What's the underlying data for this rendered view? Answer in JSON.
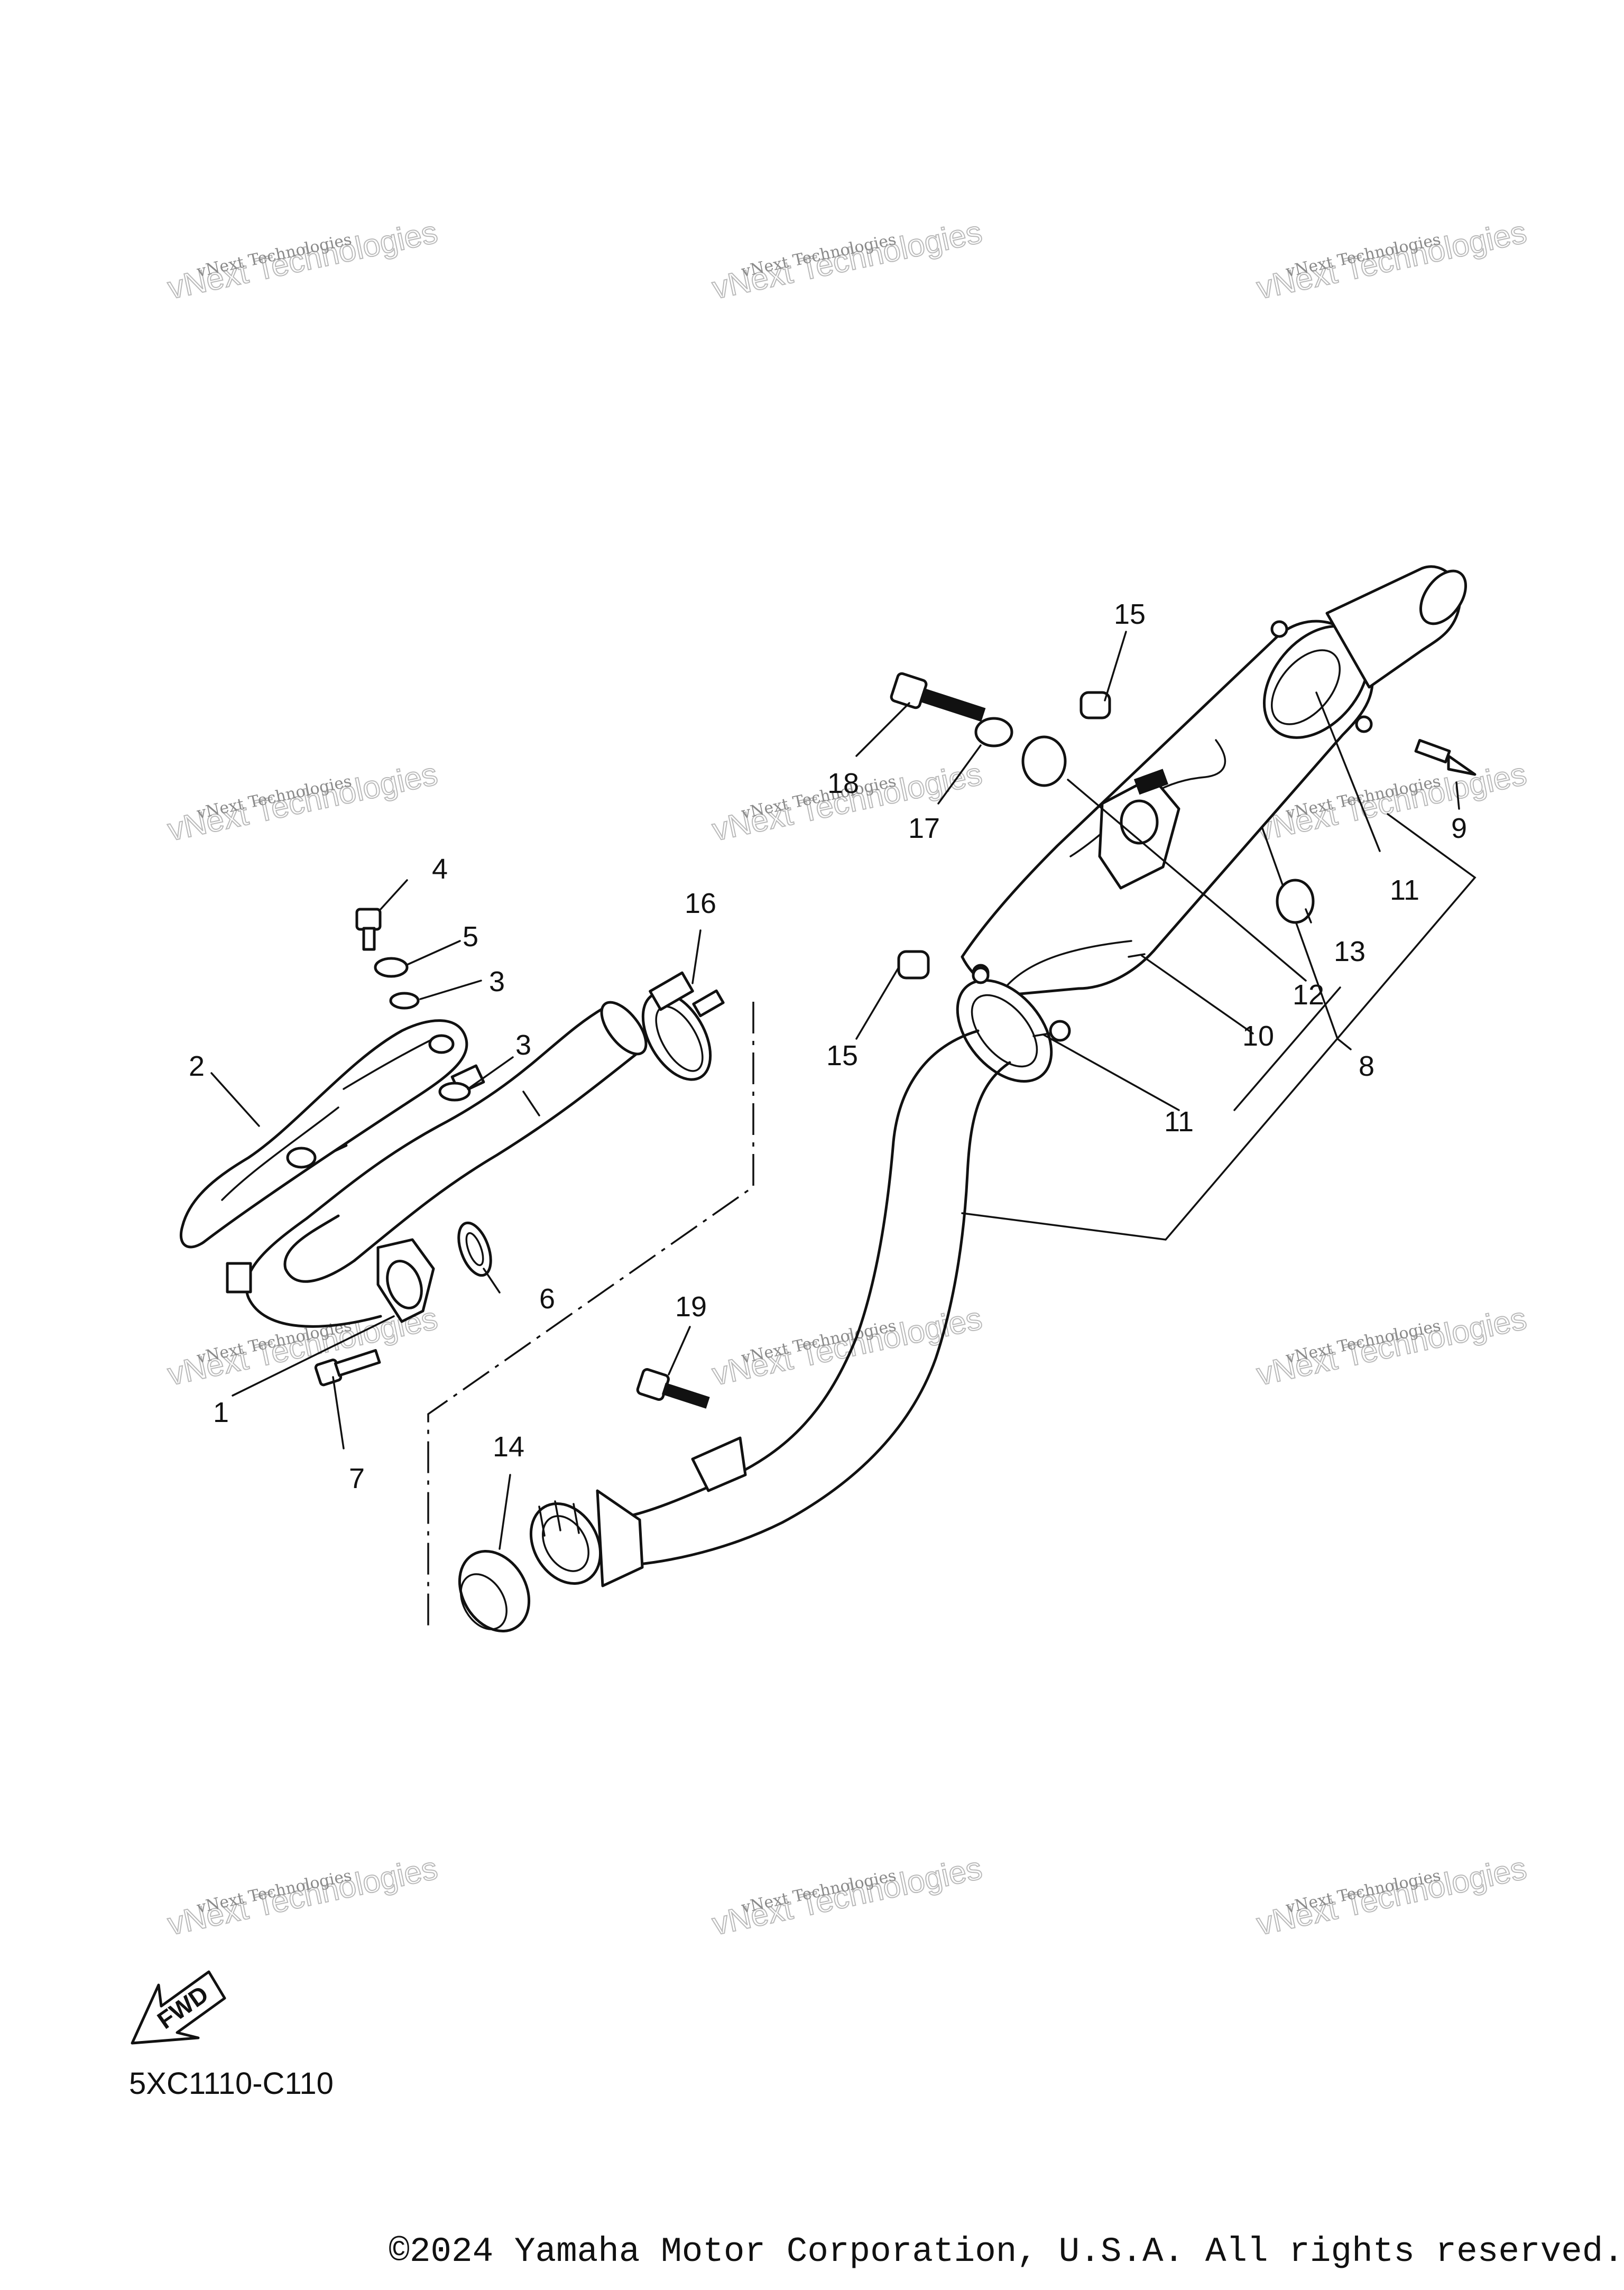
{
  "diagram": {
    "callouts": [
      {
        "id": "c1",
        "label": "1"
      },
      {
        "id": "c2",
        "label": "2"
      },
      {
        "id": "c3a",
        "label": "3"
      },
      {
        "id": "c3b",
        "label": "3"
      },
      {
        "id": "c4",
        "label": "4"
      },
      {
        "id": "c5",
        "label": "5"
      },
      {
        "id": "c6",
        "label": "6"
      },
      {
        "id": "c7",
        "label": "7"
      },
      {
        "id": "c8",
        "label": "8"
      },
      {
        "id": "c9",
        "label": "9"
      },
      {
        "id": "c10",
        "label": "10"
      },
      {
        "id": "c11a",
        "label": "11"
      },
      {
        "id": "c11b",
        "label": "11"
      },
      {
        "id": "c12",
        "label": "12"
      },
      {
        "id": "c13",
        "label": "13"
      },
      {
        "id": "c14",
        "label": "14"
      },
      {
        "id": "c15a",
        "label": "15"
      },
      {
        "id": "c15b",
        "label": "15"
      },
      {
        "id": "c16",
        "label": "16"
      },
      {
        "id": "c17",
        "label": "17"
      },
      {
        "id": "c18",
        "label": "18"
      },
      {
        "id": "c19",
        "label": "19"
      }
    ],
    "watermark": {
      "line1": "vNext Technologies",
      "line2": "vNext Technologies"
    },
    "fwd_label": "FWD",
    "diagram_code": "5XC1110-C110"
  },
  "footer": {
    "copyright": "©2024 Yamaha Motor Corporation, U.S.A. All rights reserved."
  }
}
